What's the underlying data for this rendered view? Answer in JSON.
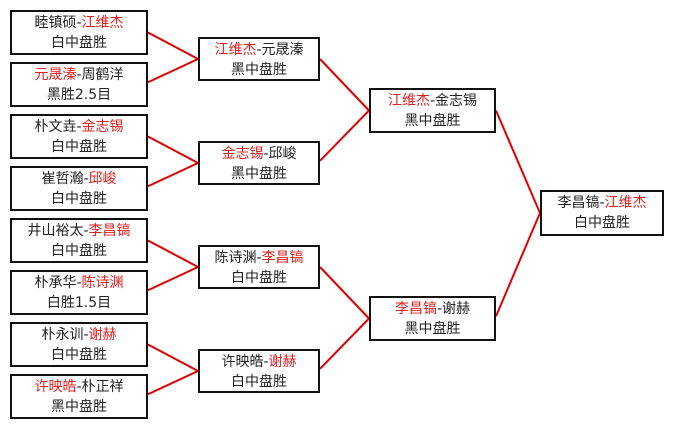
{
  "colors": {
    "winner": "#e02020",
    "line": "#e00000"
  },
  "round1": [
    {
      "a": "睦镇硕",
      "b": "江维杰",
      "winner": "b",
      "result": "白中盘胜"
    },
    {
      "a": "元晟溱",
      "b": "周鹤洋",
      "winner": "a",
      "result": "黑胜2.5目"
    },
    {
      "a": "朴文垚",
      "b": "金志锡",
      "winner": "b",
      "result": "白中盘胜"
    },
    {
      "a": "崔哲瀚",
      "b": "邱峻",
      "winner": "b",
      "result": "白中盘胜"
    },
    {
      "a": "井山裕太",
      "b": "李昌镐",
      "winner": "b",
      "result": "白中盘胜"
    },
    {
      "a": "朴承华",
      "b": "陈诗渊",
      "winner": "b",
      "result": "白胜1.5目"
    },
    {
      "a": "朴永训",
      "b": "谢赫",
      "winner": "b",
      "result": "白中盘胜"
    },
    {
      "a": "许映皓",
      "b": "朴正祥",
      "winner": "a",
      "result": "黑中盘胜"
    }
  ],
  "round2": [
    {
      "a": "江维杰",
      "b": "元晟溱",
      "winner": "a",
      "result": "黑中盘胜"
    },
    {
      "a": "金志锡",
      "b": "邱峻",
      "winner": "a",
      "result": "黑中盘胜"
    },
    {
      "a": "陈诗渊",
      "b": "李昌镐",
      "winner": "b",
      "result": "白中盘胜"
    },
    {
      "a": "许映皓",
      "b": "谢赫",
      "winner": "b",
      "result": "白中盘胜"
    }
  ],
  "round3": [
    {
      "a": "江维杰",
      "b": "金志锡",
      "winner": "a",
      "result": "黑中盘胜"
    },
    {
      "a": "李昌镐",
      "b": "谢赫",
      "winner": "a",
      "result": "黑中盘胜"
    }
  ],
  "final": [
    {
      "a": "李昌镐",
      "b": "江维杰",
      "winner": "b",
      "result": "白中盘胜"
    }
  ]
}
